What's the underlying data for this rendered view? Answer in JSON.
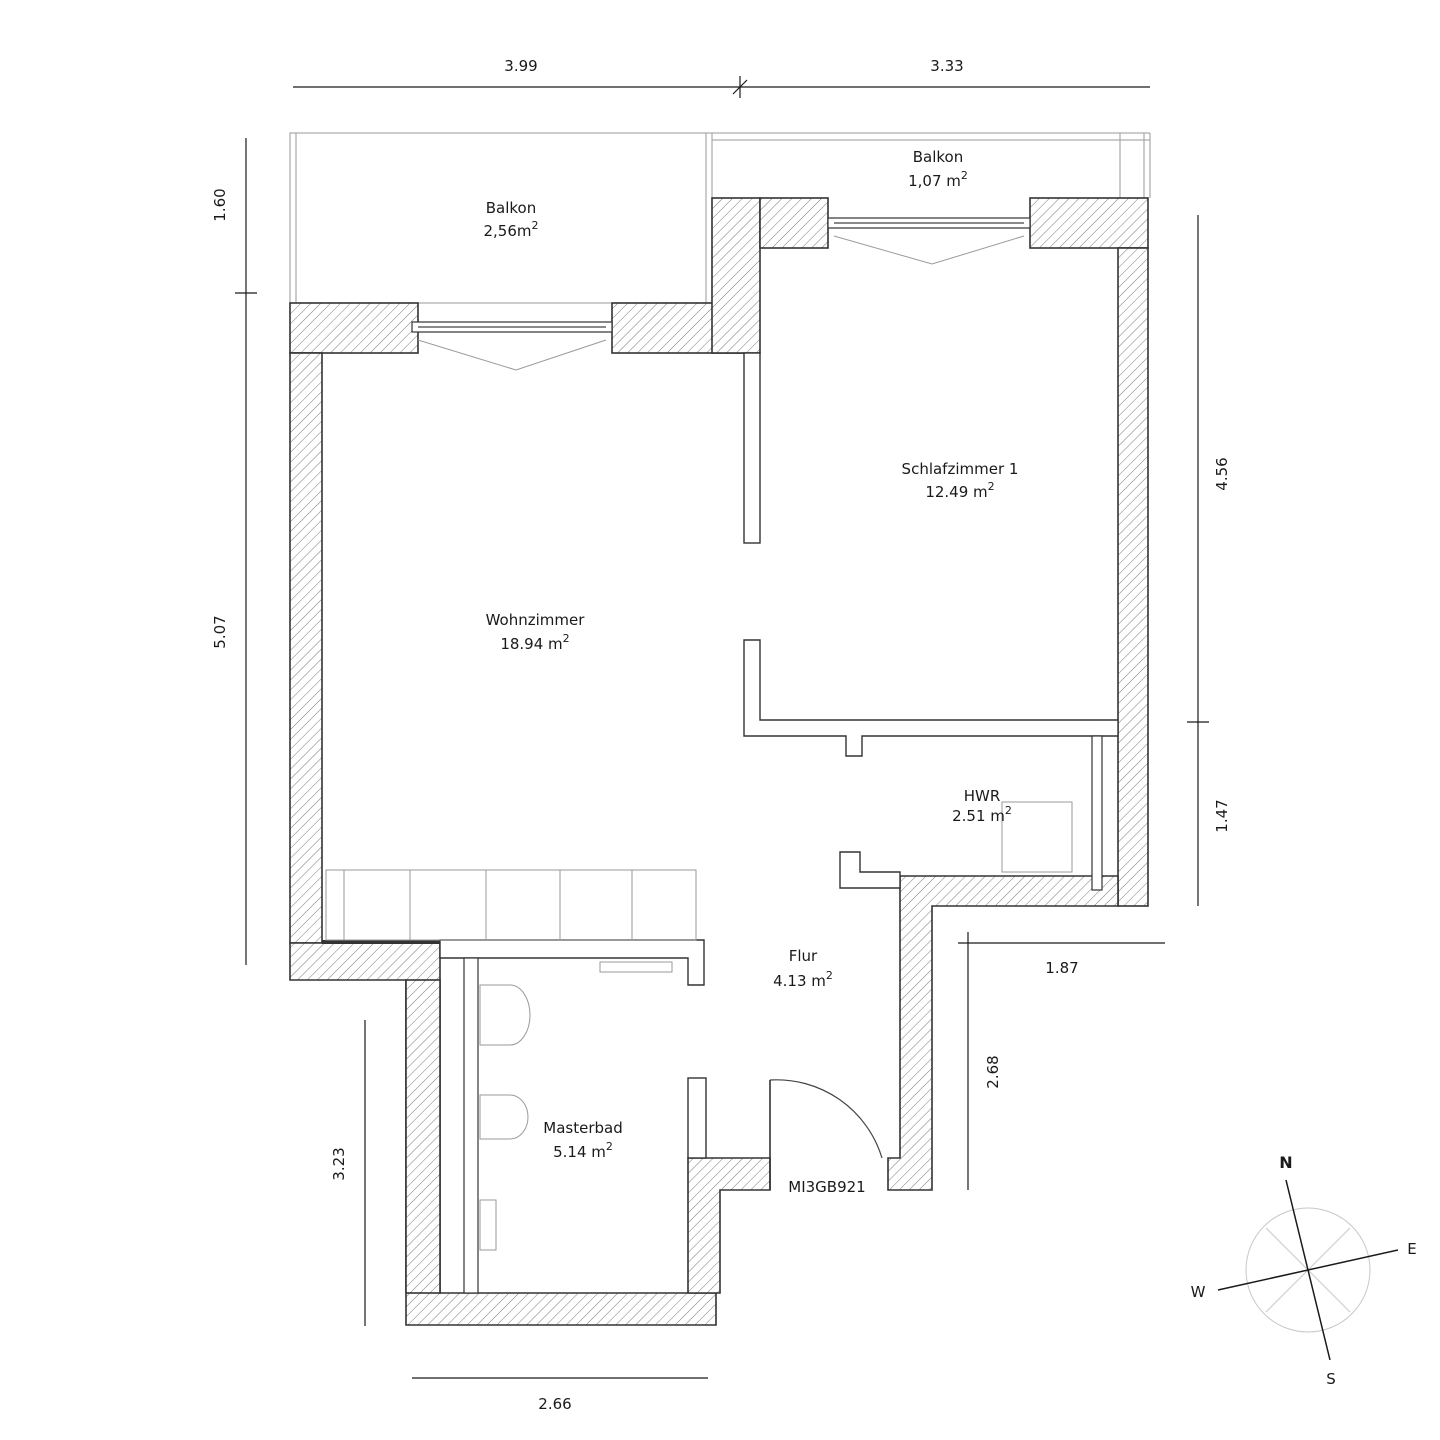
{
  "rooms": {
    "balkon_left": {
      "name": "Balkon",
      "area": "2,56m",
      "sup": "2"
    },
    "balkon_right": {
      "name": "Balkon",
      "area": "1,07 m",
      "sup": "2"
    },
    "wohnzimmer": {
      "name": "Wohnzimmer",
      "area": "18.94 m",
      "sup": "2"
    },
    "schlafzimmer": {
      "name": "Schlafzimmer 1",
      "area": "12.49 m",
      "sup": "2"
    },
    "hwr": {
      "name": "HWR",
      "area": "2.51 m",
      "sup": "2"
    },
    "flur": {
      "name": "Flur",
      "area": "4.13 m",
      "sup": "2"
    },
    "masterbad": {
      "name": "Masterbad",
      "area": "5.14 m",
      "sup": "2"
    }
  },
  "dimensions": {
    "top_left": "3.99",
    "top_right": "3.33",
    "left_upper": "1.60",
    "left_main": "5.07",
    "right_upper": "4.56",
    "right_lower": "1.47",
    "entry_width": "1.87",
    "entry_depth": "2.68",
    "bath_height": "3.23",
    "bath_width": "2.66"
  },
  "unit_code": "MI3GB921",
  "compass": {
    "north": "N",
    "east": "E",
    "south": "S",
    "west": "W"
  }
}
